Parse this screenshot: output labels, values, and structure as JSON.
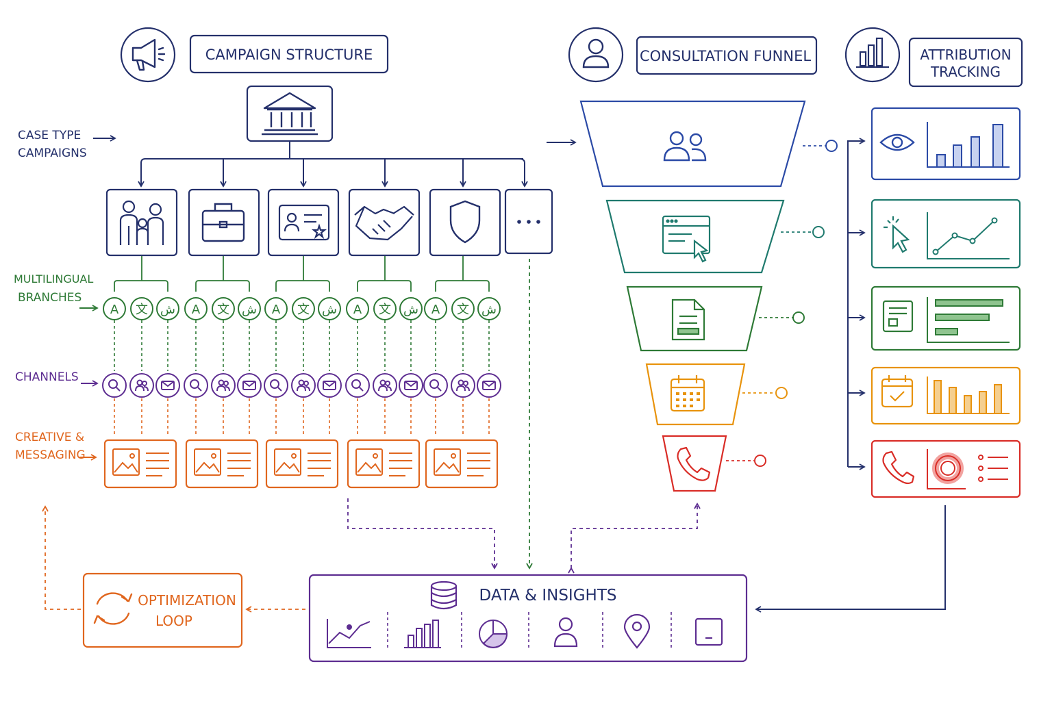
{
  "colors": {
    "navy": "#24306b",
    "green": "#2e7a36",
    "purple": "#5d2d91",
    "orange": "#e0661e",
    "teal": "#1f7a6e",
    "amber": "#e8930c",
    "red": "#d92d27",
    "blue": "#2b4aa6"
  },
  "headers": {
    "campaign": "CAMPAIGN STRUCTURE",
    "funnel": "CONSULTATION FUNNEL",
    "attribution_line1": "ATTRIBUTION",
    "attribution_line2": "TRACKING"
  },
  "side_labels": {
    "case_type_line1": "CASE TYPE",
    "case_type_line2": "CAMPAIGNS",
    "multilingual_line1": "MULTILINGUAL",
    "multilingual_line2": "BRANCHES",
    "channels": "CHANNELS",
    "creative_line1": "CREATIVE &",
    "creative_line2": "MESSAGING"
  },
  "case_types": [
    "family-icon",
    "briefcase-icon",
    "id-card-icon",
    "handshake-icon",
    "shield-icon",
    "more-icon"
  ],
  "language_glyphs": [
    "A",
    "文",
    "ش"
  ],
  "channels": [
    "search-icon",
    "people-icon",
    "mail-icon"
  ],
  "funnel_stages": [
    "audience-icon",
    "web-click-icon",
    "document-icon",
    "calendar-icon",
    "phone-icon"
  ],
  "attribution_rows": [
    {
      "icon": "eye-icon",
      "chart": "bar"
    },
    {
      "icon": "cursor-click-icon",
      "chart": "line"
    },
    {
      "icon": "form-icon",
      "chart": "horizontal-bar"
    },
    {
      "icon": "calendar-check-icon",
      "chart": "bar"
    },
    {
      "icon": "phone-icon",
      "chart": "donut"
    }
  ],
  "data_insights": {
    "title": "DATA & INSIGHTS",
    "icons": [
      "line-chart-icon",
      "bar-chart-icon",
      "pie-chart-icon",
      "user-icon",
      "location-pin-icon",
      "tablet-icon"
    ]
  },
  "optimization": {
    "line1": "OPTIMIZATION",
    "line2": "LOOP"
  }
}
